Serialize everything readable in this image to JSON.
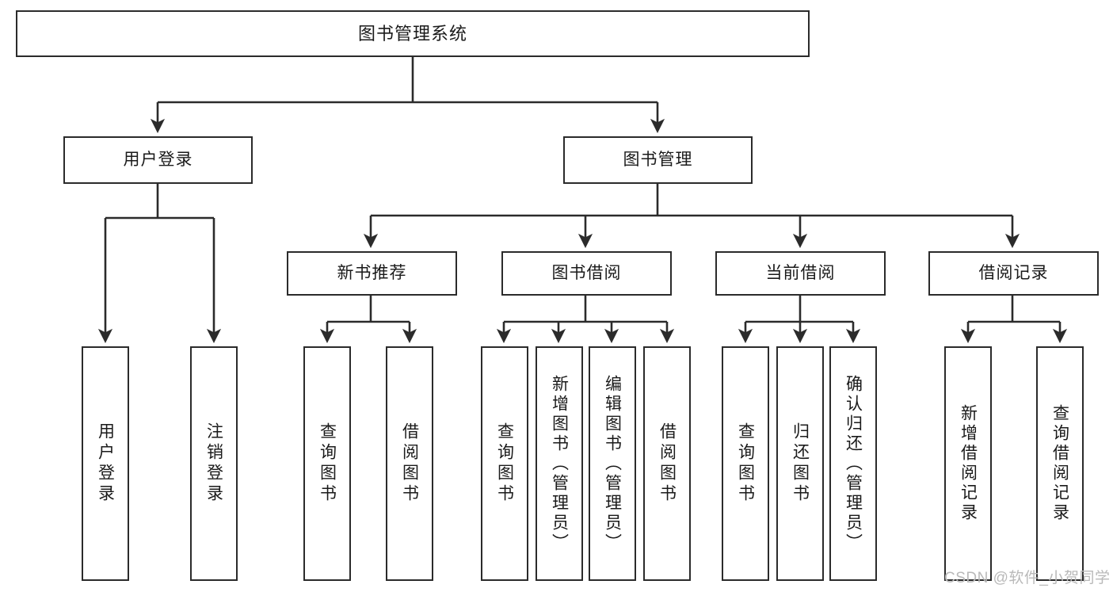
{
  "diagram": {
    "title": "图书管理系统",
    "type": "tree",
    "colors": {
      "stroke": "#2b2b2b",
      "fill": "#ffffff",
      "text": "#1a1a1a",
      "watermark": "#b9b9b9"
    },
    "root": {
      "label": "图书管理系统"
    },
    "level2": [
      {
        "key": "user_login",
        "label": "用户登录"
      },
      {
        "key": "book_manage",
        "label": "图书管理"
      }
    ],
    "level3": [
      {
        "key": "new_book_rec",
        "label": "新书推荐"
      },
      {
        "key": "book_borrow",
        "label": "图书借阅"
      },
      {
        "key": "current_borrow",
        "label": "当前借阅"
      },
      {
        "key": "borrow_record",
        "label": "借阅记录"
      }
    ],
    "leaves": {
      "user_login": [
        {
          "label": "用户登录"
        },
        {
          "label": "注销登录"
        }
      ],
      "new_book_rec": [
        {
          "label": "查询图书"
        },
        {
          "label": "借阅图书"
        }
      ],
      "book_borrow": [
        {
          "label": "查询图书"
        },
        {
          "label": "新增图书（管理员）"
        },
        {
          "label": "编辑图书（管理员）"
        },
        {
          "label": "借阅图书"
        }
      ],
      "current_borrow": [
        {
          "label": "查询图书"
        },
        {
          "label": "归还图书"
        },
        {
          "label": "确认归还（管理员）"
        }
      ],
      "borrow_record": [
        {
          "label": "新增借阅记录"
        },
        {
          "label": "查询借阅记录"
        }
      ]
    },
    "watermark": "CSDN @软件_小贺同学"
  }
}
